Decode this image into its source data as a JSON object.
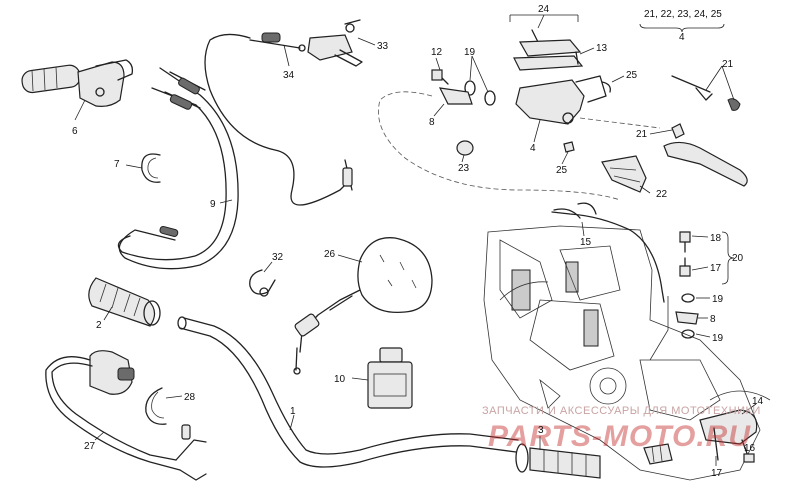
{
  "callouts": {
    "c1": "1",
    "c2": "2",
    "c3": "3",
    "c4a": "4",
    "c4b": "4",
    "c6": "6",
    "c7": "7",
    "c8a": "8",
    "c8b": "8",
    "c9": "9",
    "c10": "10",
    "c12": "12",
    "c13": "13",
    "c14": "14",
    "c15": "15",
    "c16": "16",
    "c17": "17",
    "c18": "18",
    "c19a": "19",
    "c19b": "19",
    "c19c": "19",
    "c20": "20",
    "c21a": "21",
    "c21b": "21",
    "c22": "22",
    "c23": "23",
    "c24": "24",
    "c25a": "25",
    "c25b": "25",
    "c26": "26",
    "c27": "27",
    "c28": "28",
    "c32": "32",
    "c33": "33",
    "c34": "34"
  },
  "kits": {
    "kit_21_25": "21, 22, 23, 24, 25"
  },
  "watermark": {
    "text": "ЗАПЧАСТИ И АКСЕССУАРЫ ДЛЯ МОТОТЕХНИКИ",
    "logo": "PARTS-MOTO.RU"
  },
  "colors": {
    "ink": "#222222",
    "watermark_red": "#c42a2a"
  }
}
